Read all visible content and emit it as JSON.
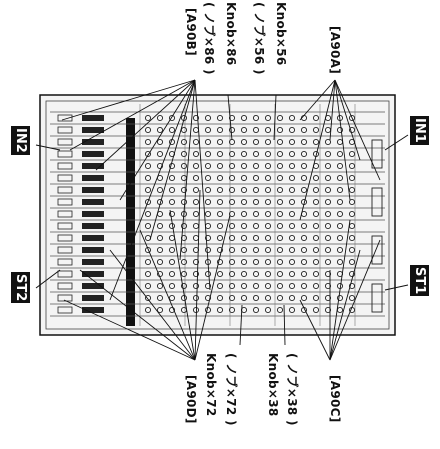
{
  "labels": {
    "top": {
      "a90b": "[A90B]",
      "knob_x86": "Knob×86",
      "knob_x86_jp": "( ノブ×86 )",
      "knob_x56": "Knob×56",
      "knob_x56_jp": "( ノブ×56 )",
      "a90a": "[A90A]"
    },
    "bottom": {
      "a90d": "[A90D]",
      "knob_x72": "Knob×72",
      "knob_x72_jp": "( ノブ×72 )",
      "knob_x38": "Knob×38",
      "knob_x38_jp": "( ノブ×38 )",
      "a90c": "[A90C]"
    },
    "tags": {
      "in2": "IN2",
      "in1": "IN1",
      "st2": "ST2",
      "st1": "ST1"
    }
  },
  "colors": {
    "line": "#111111",
    "tag_bg": "#111111",
    "tag_fg": "#ffffff",
    "panel_fill": "#f4f4f4"
  }
}
